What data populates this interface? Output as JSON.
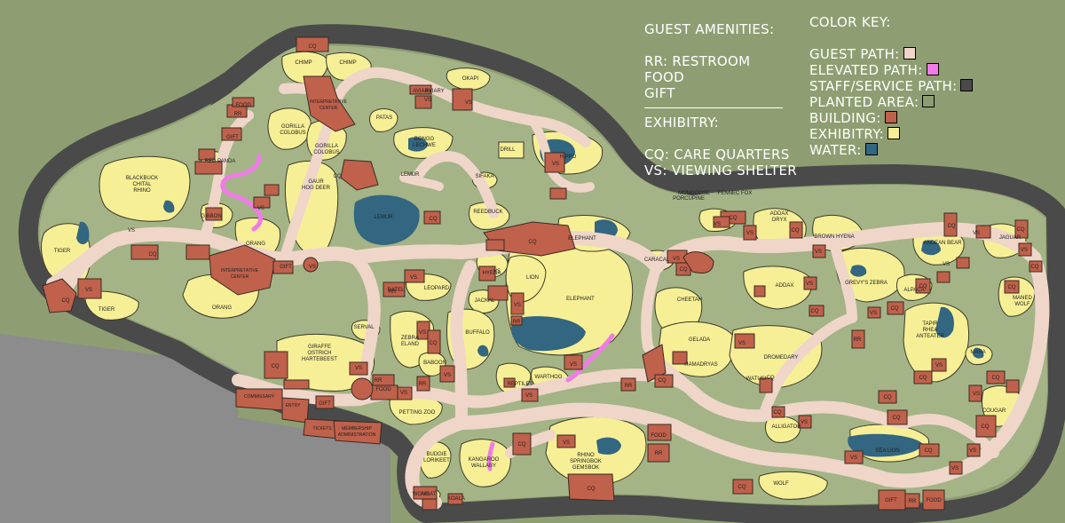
{
  "colors": {
    "background": "#8f9e72",
    "ground": "#a4b487",
    "outside": "#8c8c8c",
    "guest_path": "#efd6c9",
    "elevated_path": "#f07be6",
    "staff_path": "#4a4a4a",
    "building": "#c0614b",
    "exhibit": "#f7ef95",
    "water": "#336680",
    "legend_text": "#ffffff",
    "label_text": "#222222"
  },
  "legend": {
    "amenities_title": "GUEST AMENITIES:",
    "rr": "RR: RESTROOM",
    "food": "FOOD",
    "gift": "GIFT",
    "exhibitry_title": "EXHIBITRY:",
    "cq": "CQ: CARE QUARTERS",
    "vs": "VS: VIEWING SHELTER",
    "color_key_title": "COLOR KEY:",
    "keys": [
      {
        "label": "GUEST PATH:",
        "swatch": "#efd6c9"
      },
      {
        "label": "ELEVATED PATH:",
        "swatch": "#f07be6"
      },
      {
        "label": "STAFF/SERVICE PATH:",
        "swatch": "#4a4a4a"
      },
      {
        "label": "PLANTED AREA:",
        "swatch": "#8f9e72"
      },
      {
        "label": "BUILDING:",
        "swatch": "#c0614b"
      },
      {
        "label": "EXHIBITRY:",
        "swatch": "#f7ef95"
      },
      {
        "label": "WATER:",
        "swatch": "#336680"
      }
    ]
  },
  "labels": {
    "exhibits": [
      "CHIMP",
      "CHIMP",
      "OKAPI",
      "PATAS",
      "BONGO\nLECHWE",
      "DRILL",
      "HIPPO",
      "GORILLA\nCOLOBUS",
      "GORILLA\nCOLOBUS",
      "RED PANDA",
      "BLACKBUCK\nCHITAL\nRHINO",
      "GAUR\nHOG DEER",
      "GIBBON",
      "TIGER",
      "TIGER",
      "ORANG",
      "ORANG",
      "SIFAKA",
      "REEDBUCK",
      "ELEPHANT",
      "ELEPHANT",
      "HYENA",
      "LION",
      "LEOPARD",
      "RATEL",
      "JACKAL",
      "SERVAL",
      "GIRAFFE\nOSTRICH\nHARTEBEEST",
      "ZEBRA\nELAND",
      "BABOON",
      "BUFFALO",
      "WARTHOG",
      "REPTILES",
      "PETTING ZOO",
      "BUDGIE\nLORIKEET",
      "KANGAROO\nWALLABY",
      "WOMBAT",
      "KOALA",
      "RHINO\nSPRINGBOK\nGEMSBOK",
      "CARACAL",
      "CHEETAH",
      "GELADA",
      "HAMADRYAS",
      "DROMEDARY",
      "WATUSI",
      "MONGOOSE",
      "FENNEC FOX",
      "PORCUPINE",
      "ADDAX\nORYX",
      "BROWN HYENA",
      "ADDAX",
      "GREVY'S ZEBRA",
      "ALPACA",
      "ANDEAN BEAR",
      "JAGUAR",
      "MANED\nWOLF",
      "TAPIR\nRHEA\nANTEATER",
      "MARA",
      "COUGAR",
      "ALLIGATOR",
      "SEA LION",
      "WOLF",
      "AVIARY",
      "AVIARY",
      "LEMUR",
      "LEMUR"
    ],
    "buildings": [
      "INTERPRETATIVE\nCENTER",
      "INTERPRETATIVE\nCENTER",
      "COMMISSARY",
      "ENTRY",
      "TICKETS",
      "MEMBERSHIP\nADMINISTRATION"
    ],
    "amenities": [
      "CQ",
      "VS",
      "RR",
      "FOOD",
      "GIFT"
    ]
  }
}
